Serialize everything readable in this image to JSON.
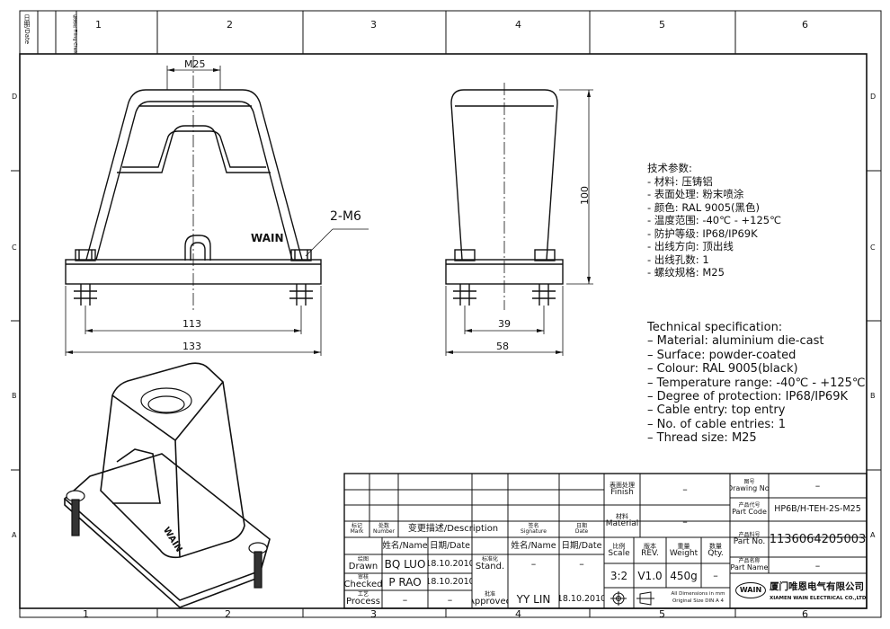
{
  "margin_labels": {
    "date": "日期/Date",
    "filing_check": "标准员 Filing Chek"
  },
  "grid_cols": [
    "1",
    "2",
    "3",
    "4",
    "5",
    "6"
  ],
  "grid_rows": [
    "D",
    "C",
    "B",
    "A"
  ],
  "dims": {
    "front_top": "M25",
    "front_holes": "2-M6",
    "front_inner": "113",
    "front_outer": "133",
    "side_height": "100",
    "side_inner": "39",
    "side_outer": "58"
  },
  "brand_mark": "WAIN",
  "spec_cn": {
    "title": "技术参数:",
    "lines": [
      "- 材料: 压铸铝",
      "- 表面处理: 粉末喷涂",
      "- 颜色: RAL 9005(黑色)",
      "- 温度范围: -40℃ - +125℃",
      "- 防护等级: IP68/IP69K",
      "- 出线方向: 顶出线",
      "- 出线孔数: 1",
      "- 螺纹规格: M25"
    ]
  },
  "spec_en": {
    "title": "Technical specification:",
    "lines": [
      "– Material: aluminium die-cast",
      "– Surface: powder-coated",
      "– Colour: RAL 9005(black)",
      "– Temperature range: -40℃ - +125℃",
      "– Degree of protection: IP68/IP69K",
      "– Cable entry: top entry",
      "– No. of cable entries: 1",
      "– Thread size: M25"
    ]
  },
  "title_block": {
    "hdr_mark_cn": "标记",
    "hdr_mark_en": "Mark",
    "hdr_number_cn": "处数",
    "hdr_number_en": "Number",
    "hdr_desc": "变更描述/Description",
    "hdr_sig_cn": "签名",
    "hdr_sig_en": "Signature",
    "hdr_date_cn": "日期",
    "hdr_date_en": "Date",
    "col_name": "姓名/Name",
    "col_date": "日期/Date",
    "drawn_cn": "绘图",
    "drawn_en": "Drawn",
    "drawn_name": "BQ LUO",
    "drawn_date": "18.10.2010",
    "stand_cn": "标准化",
    "stand_en": "Stand.",
    "stand_name": "–",
    "stand_date": "–",
    "checked_cn": "审核",
    "checked_en": "Checked",
    "checked_name": "P RAO",
    "checked_date": "18.10.2010",
    "process_cn": "工艺",
    "process_en": "Process",
    "process_name": "–",
    "process_date": "–",
    "approved_cn": "批准",
    "approved_en": "Approved",
    "approved_name": "YY LIN",
    "approved_date": "18.10.2010",
    "name2": "姓名/Name",
    "date2": "日期/Date",
    "finish_cn": "表面处理",
    "finish_en": "Finish",
    "finish_val": "–",
    "material_cn": "材料",
    "material_en": "Material",
    "material_val": "–",
    "scale_cn": "比例",
    "scale_en": "Scale",
    "scale_val": "3:2",
    "rev_cn": "版本",
    "rev_en": "REV.",
    "rev_val": "V1.0",
    "weight_cn": "重量",
    "weight_en": "Weight",
    "weight_val": "450g",
    "qty_cn": "数量",
    "qty_en": "Qty.",
    "qty_val": "–",
    "dims_note": "All Dimensions in mm",
    "size_note": "Original Size DIN A 4",
    "drawing_no_cn": "图号",
    "drawing_no_en": "Drawing No.",
    "drawing_no_val": "–",
    "part_code_cn": "产品代号",
    "part_code_en": "Part Code",
    "part_code_val": "HP6B/H-TEH-2S-M25",
    "part_no_cn": "产品料号",
    "part_no_en": "Part No.",
    "part_no_val": "1136064205003",
    "part_name_cn": "产品名称",
    "part_name_en": "Part Name",
    "part_name_val": "–",
    "company_logo": "WAIN",
    "company_cn": "厦门唯恩电气有限公司",
    "company_en": "XIAMEN WAIN ELECTRICAL CO.,LTD"
  }
}
